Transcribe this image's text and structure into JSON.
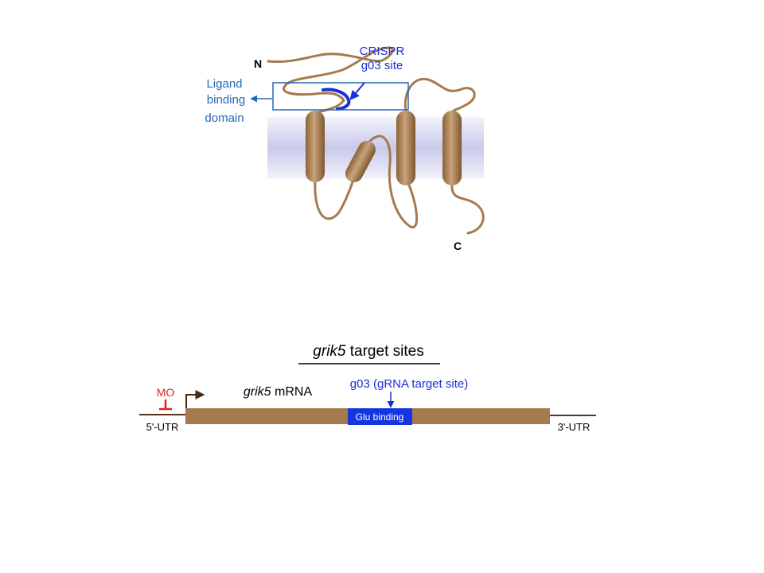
{
  "topology": {
    "n_terminus": "N",
    "c_terminus": "C",
    "crispr_label": [
      "CRISPR",
      "g03 site"
    ],
    "ligand_label": [
      "Ligand",
      "binding",
      "domain"
    ]
  },
  "mrna_map": {
    "title_italic": "grik5",
    "title_rest": " target sites",
    "mrna_italic": "grik5",
    "mrna_rest": " mRNA",
    "g03_label": "g03 (gRNA target site)",
    "glu_label": "Glu binding",
    "mo_label": "MO",
    "utr5_label": "5'-UTR",
    "utr3_label": "3'-UTR"
  },
  "colors": {
    "protein": "#a57a4f",
    "membrane": "#dcdcf2",
    "crispr_blue": "#1a2fd6",
    "ligand_box": "#2468b8",
    "mrna_body": "#a57a4f",
    "glu_block": "#1436e0",
    "mo_red": "#e02020"
  }
}
